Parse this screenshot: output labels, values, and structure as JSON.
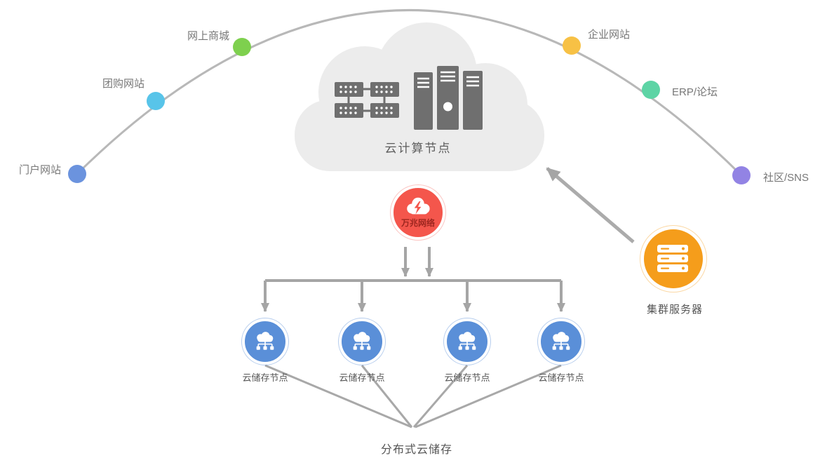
{
  "sites": [
    {
      "label": "门户网站",
      "color": "#6b93de"
    },
    {
      "label": "团购网站",
      "color": "#58c4e9"
    },
    {
      "label": "网上商城",
      "color": "#7ed04e"
    },
    {
      "label": "企业网站",
      "color": "#f7c145"
    },
    {
      "label": "ERP/论坛",
      "color": "#5dd4a5"
    },
    {
      "label": "社区/SNS",
      "color": "#9283e4"
    }
  ],
  "cloud_node": {
    "label": "云计算节点"
  },
  "network_node": {
    "label": "万兆网络"
  },
  "storage_nodes": [
    {
      "label": "云储存节点"
    },
    {
      "label": "云储存节点"
    },
    {
      "label": "云储存节点"
    },
    {
      "label": "云储存节点"
    }
  ],
  "distributed_storage": {
    "label": "分布式云储存"
  },
  "cluster_server": {
    "label": "集群服务器"
  },
  "colors": {
    "connector": "#acacac",
    "cloud_fill": "#ececec",
    "server_icon": "#6f6f6f",
    "network_red": "#f4564c",
    "storage_blue": "#5a8fd8",
    "cluster_orange": "#f59d1b"
  }
}
